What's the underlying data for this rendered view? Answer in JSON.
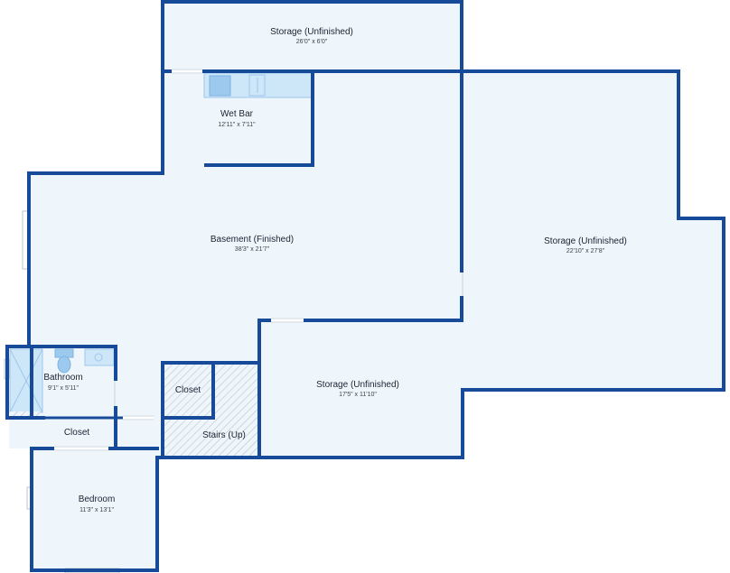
{
  "rooms": {
    "storage_top": {
      "name": "Storage (Unfinished)",
      "dims": "26'0\" x 6'0\""
    },
    "wet_bar": {
      "name": "Wet Bar",
      "dims": "12'11\" x 7'11\""
    },
    "basement": {
      "name": "Basement (Finished)",
      "dims": "38'3\" x 21'7\""
    },
    "storage_right": {
      "name": "Storage (Unfinished)",
      "dims": "22'10\" x 27'8\""
    },
    "storage_middle": {
      "name": "Storage (Unfinished)",
      "dims": "17'5\" x 11'10\""
    },
    "bathroom": {
      "name": "Bathroom",
      "dims": "9'1\" x 5'11\""
    },
    "closet_center": {
      "name": "Closet"
    },
    "closet_left": {
      "name": "Closet"
    },
    "stairs": {
      "name": "Stairs (Up)"
    },
    "bedroom": {
      "name": "Bedroom",
      "dims": "11'3\" x 13'1\""
    }
  },
  "colors": {
    "wall": "#174b99",
    "floor": "#eef6fc",
    "fixture": "#cde6f8",
    "fixture_accent": "#9cc9ee"
  }
}
